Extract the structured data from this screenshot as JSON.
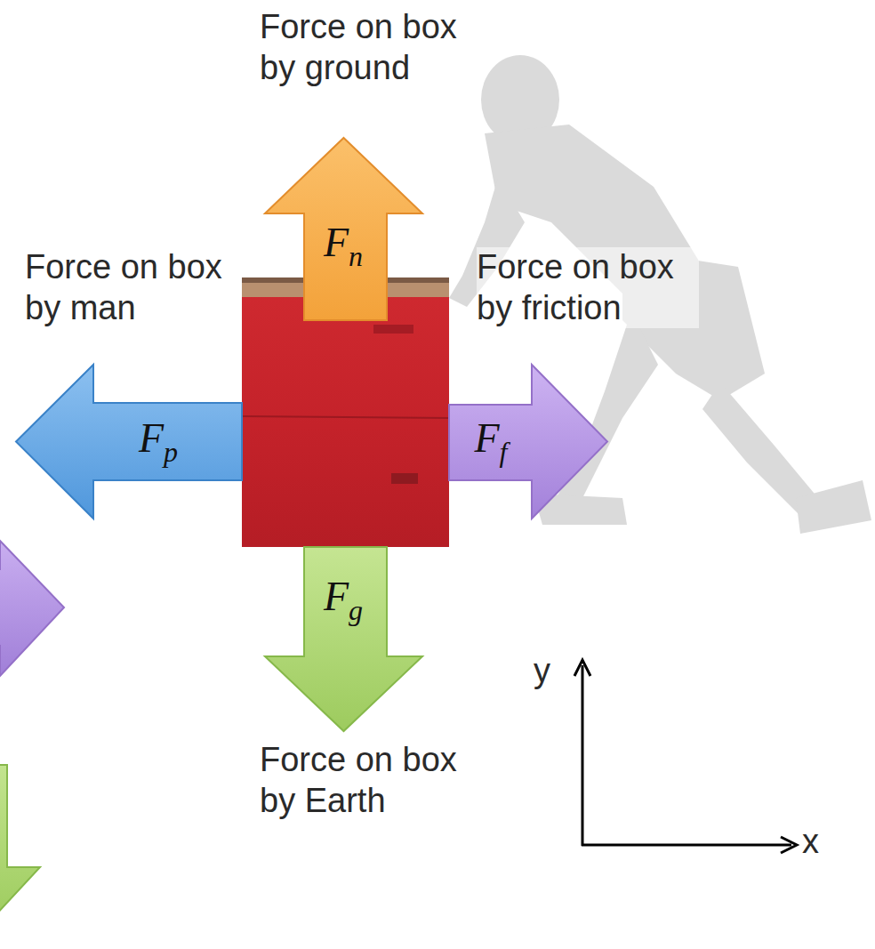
{
  "diagram": {
    "nodes": [
      {
        "text": [
          "F",
          "n"
        ]
      },
      {
        "text": [
          "F",
          "p"
        ]
      },
      {
        "text": [
          "F",
          "f"
        ]
      },
      {
        "text": [
          "F",
          "g"
        ]
      }
    ],
    "labels": [
      "Force on box by ground",
      "Force on box by man",
      "Force on box by friction",
      "Force on box by Earth",
      "y",
      "x"
    ]
  }
}
